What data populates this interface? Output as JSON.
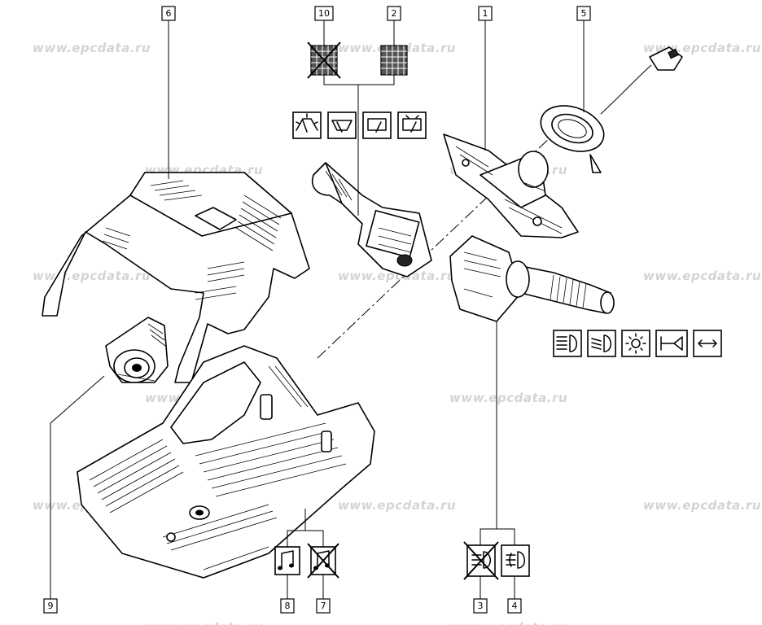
{
  "watermark": "www.epcdata.ru",
  "callouts": {
    "c1": "1",
    "c2": "2",
    "c3": "3",
    "c4": "4",
    "c5": "5",
    "c6": "6",
    "c7": "7",
    "c8": "8",
    "c9": "9",
    "c10": "10"
  },
  "symbols": {
    "wiper_group": [
      "washer-wiper-icon",
      "windscreen-wiper-icon",
      "rear-wiper-icon",
      "rear-washer-wiper-icon"
    ],
    "lighting_group": [
      "headlamp-icon",
      "dipped-beam-icon",
      "sidelamp-icon",
      "horn-icon",
      "indicator-arrows-icon"
    ],
    "fog_group": [
      "no-fog-lamp-icon",
      "fog-lamp-icon"
    ],
    "audio_group": [
      "audio-control-icon",
      "no-audio-control-icon"
    ],
    "grid_group": [
      "no-rain-sensor-icon",
      "rain-sensor-icon"
    ]
  }
}
